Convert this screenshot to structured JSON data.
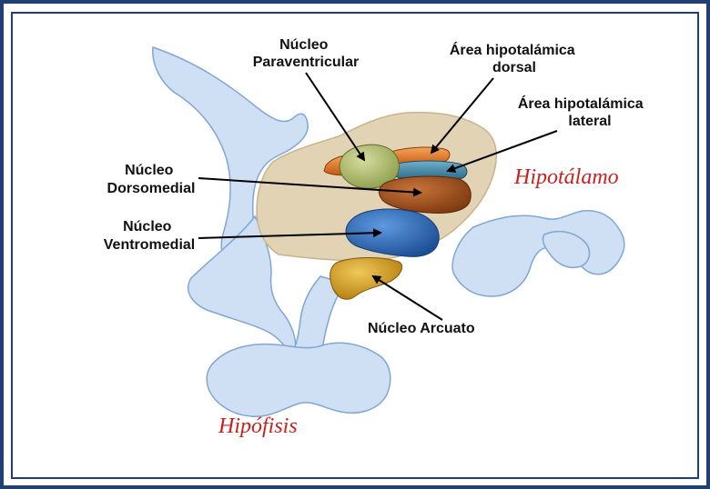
{
  "labels": {
    "paraventricular": [
      "Núcleo",
      "Paraventricular"
    ],
    "dorsal_area": [
      "Área hipotalámica",
      "dorsal"
    ],
    "lateral_area": [
      "Área hipotalámica",
      "lateral"
    ],
    "dorsomedial": [
      "Núcleo",
      "Dorsomedial"
    ],
    "ventromedial": [
      "Núcleo",
      "Ventromedial"
    ],
    "arcuate": "Núcleo Arcuato"
  },
  "regions": {
    "hypothalamus": "Hipotálamo",
    "pituitary": "Hipófisis"
  },
  "colors": {
    "frame": "#1f3f75",
    "brain_tissue": "#cfe0f4",
    "hypothalamus_area": "#e3d3b5",
    "paraventricular": "#a6b56a",
    "dorsal_area": "#e4741d",
    "lateral_area": "#3a7f9e",
    "dorsomedial": "#a5501a",
    "ventromedial": "#2f6fc0",
    "arcuate": "#d9a21c",
    "region_label": "#cc1f1f"
  }
}
